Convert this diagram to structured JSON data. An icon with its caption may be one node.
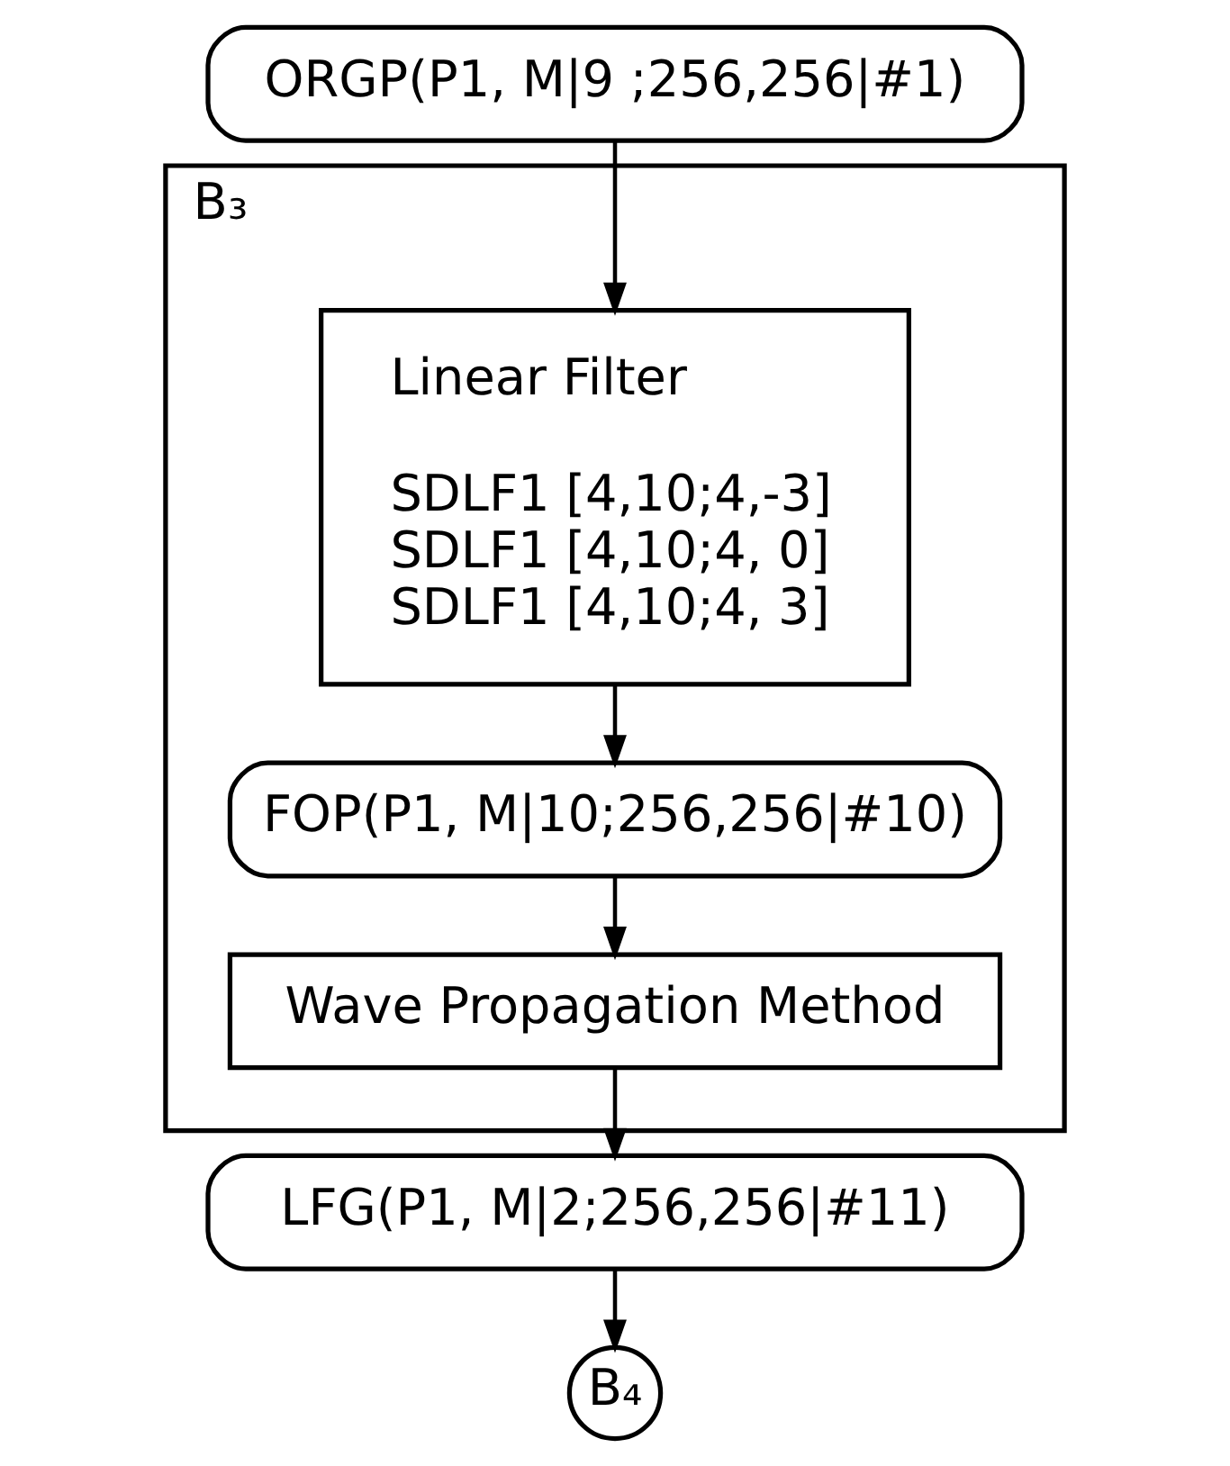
{
  "diagram": {
    "nodes": [
      {
        "text": [
          "ORGP(P1, M|9 ;256,256|#1)"
        ]
      },
      {
        "text": [
          "B₃"
        ]
      },
      {
        "text": [
          "Linear Filter",
          "SDLF1 [4,10;4,-3]",
          "SDLF1 [4,10;4, 0]",
          "SDLF1 [4,10;4, 3]"
        ],
        "in": 1
      },
      {
        "text": [
          "FOP(P1, M|10;256,256|#10)"
        ],
        "in": 1
      },
      {
        "text": [
          "Wave Propagation Method"
        ],
        "in": 1
      },
      {
        "text": [
          "LFG(P1, M|2;256,256|#11)"
        ]
      },
      {
        "text": [
          "B₄"
        ]
      }
    ],
    "edges": [
      {
        "from": 0,
        "to": 2,
        "arrow": "to"
      },
      {
        "from": 2,
        "to": 3,
        "arrow": "to"
      },
      {
        "from": 3,
        "to": 4,
        "arrow": "to"
      },
      {
        "from": 4,
        "to": 5,
        "arrow": "to"
      },
      {
        "from": 5,
        "to": 6,
        "arrow": "to"
      }
    ]
  }
}
